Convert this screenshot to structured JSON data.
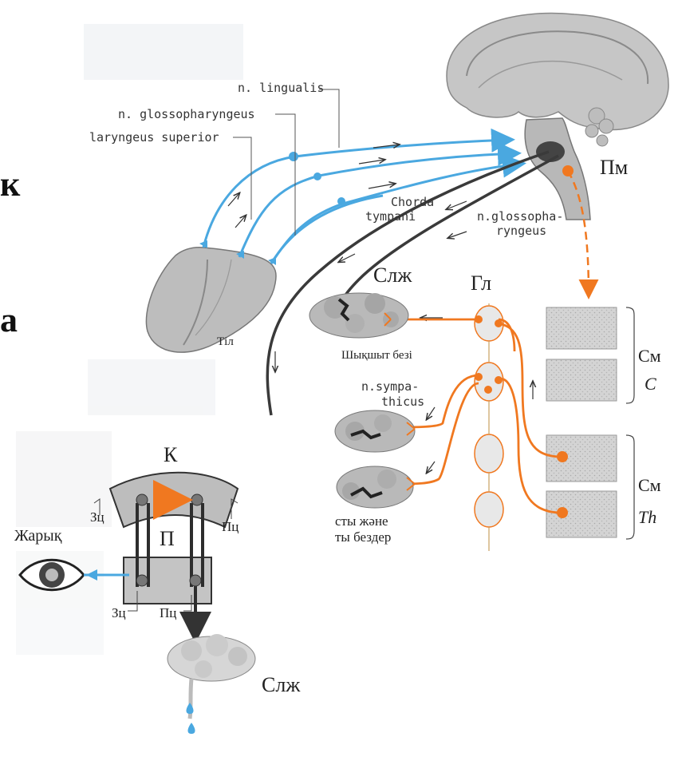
{
  "edge_fragments": {
    "top": "к",
    "bottom": "а"
  },
  "upper": {
    "labels": {
      "lingualis": "n. lingualis",
      "glossopharyngeus": "n. glossopharyngeus",
      "laryngeus": "laryngeus superior",
      "chorda": "Chorda",
      "tympani": "tympani",
      "glosso2_a": "n.glossopha-",
      "glosso2_b": "ryngeus",
      "pm": "Пм",
      "slzh": "Слж",
      "gl": "Гл",
      "til": "Тіл",
      "shyk": "Шықшыт безі",
      "symp_a": "n.sympa-",
      "symp_b": "thicus",
      "sm1": "См",
      "c": "C",
      "sm2": "См",
      "th": "Th",
      "glands_a": "сты және",
      "glands_b": "ты бездер"
    }
  },
  "lower": {
    "labels": {
      "k": "К",
      "p": "П",
      "zhp": "Жарық",
      "zc_top": "Зц",
      "pc_top": "Пц",
      "zc_bot": "Зц",
      "pc_bot": "Пц",
      "slzh": "Слж"
    }
  },
  "colors": {
    "afferent_blue": "#4aa8e0",
    "efferent_orange": "#f07820",
    "dark_nerve": "#333333",
    "tissue_gray": "#c8c8c8"
  }
}
